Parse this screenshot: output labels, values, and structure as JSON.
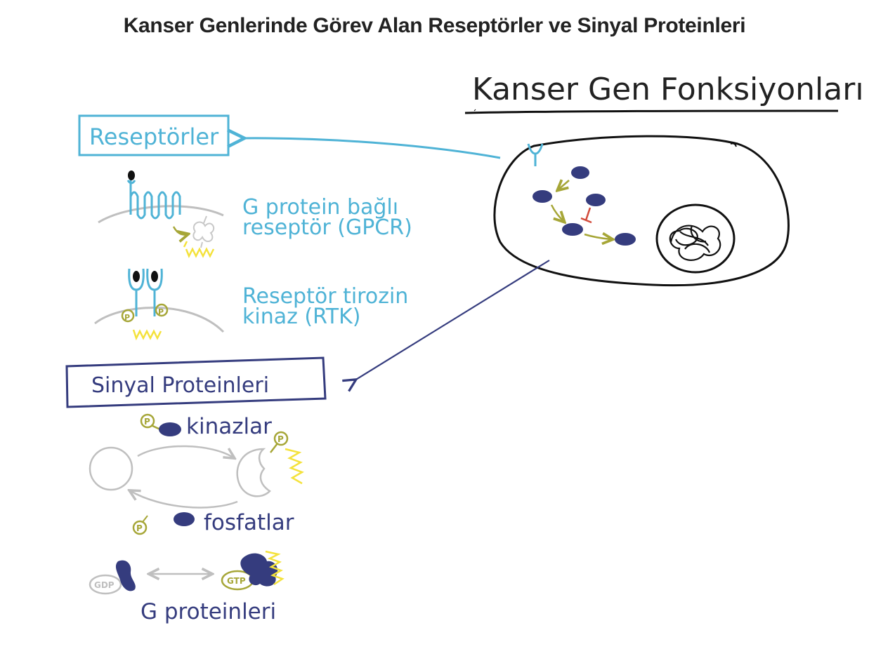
{
  "title": "Kanser Genlerinde Görev Alan Reseptörler ve Sinyal Proteinleri",
  "main_heading": "Kanser Gen Fonksiyonları",
  "receptors": {
    "heading": "Reseptörler",
    "gpcr_line1": "G protein bağlı",
    "gpcr_line2": "reseptör (GPCR)",
    "rtk_line1": "Reseptör tirozin",
    "rtk_line2": "kinaz (RTK)"
  },
  "signal": {
    "heading": "Sinyal Proteinleri",
    "kinases": "kinazlar",
    "phosphatases": "fosfatlar",
    "g_proteins": "G proteinleri",
    "p_symbol": "P",
    "gdp": "GDP",
    "gtp": "GTP"
  },
  "colors": {
    "receptor": "#4fb3d6",
    "signal": "#353c7e",
    "phosphate": "#a6a637",
    "signal_burst": "#f4e23c",
    "membrane": "#bfbfbf",
    "outline": "#111111"
  }
}
